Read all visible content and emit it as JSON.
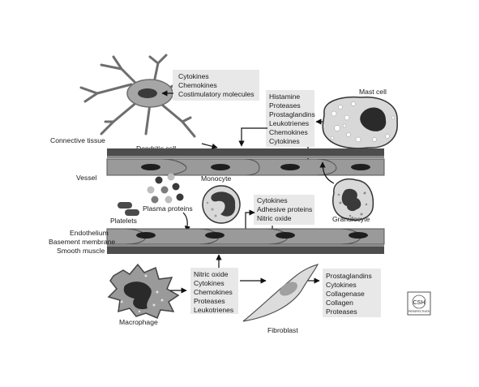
{
  "labels": {
    "connective_tissue": "Connective tissue",
    "dendritic_cell": "Dendritic cell",
    "mast_cell": "Mast cell",
    "vessel": "Vessel",
    "monocyte": "Monocyte",
    "plasma_proteins": "Plasma proteins",
    "platelets": "Platelets",
    "granulocyte": "Granulocyte",
    "endothelium": "Endothelium",
    "basement_membrane": "Basement membrane",
    "smooth_muscle": "Smooth muscle",
    "macrophage": "Macrophage",
    "fibroblast": "Fibroblast"
  },
  "boxes": {
    "dendritic": [
      "Cytokines",
      "Chemokines",
      "Costimulatory molecules"
    ],
    "mast": [
      "Histamine",
      "Proteases",
      "Prostaglandins",
      "Leukotrienes",
      "Chemokines",
      "Cytokines"
    ],
    "endothelial": [
      "Cytokines",
      "Adhesive proteins",
      "Nitric oxide"
    ],
    "macrophage": [
      "Nitric oxide",
      "Cytokines",
      "Chemokines",
      "Proteases",
      "Leukotrienes"
    ],
    "fibroblast": [
      "Prostaglandins",
      "Cytokines",
      "Collagenase",
      "Collagen",
      "Proteases"
    ]
  },
  "logo": {
    "text": "CSH",
    "subtext": "PERSPECTIVES"
  },
  "colors": {
    "membrane": "#555555",
    "cell_fill": "#9e9e9e",
    "nucleus": "#1e1e1e",
    "box": "#e8e8e8",
    "light_cell": "#d9d9d9"
  }
}
